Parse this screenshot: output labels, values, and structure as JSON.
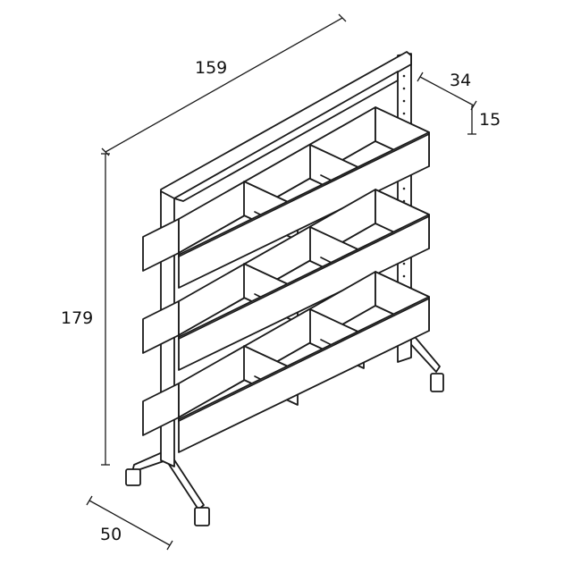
{
  "dimensions": {
    "width": "159",
    "height": "179",
    "depth": "50",
    "tray_depth": "34",
    "tray_height": "15"
  }
}
